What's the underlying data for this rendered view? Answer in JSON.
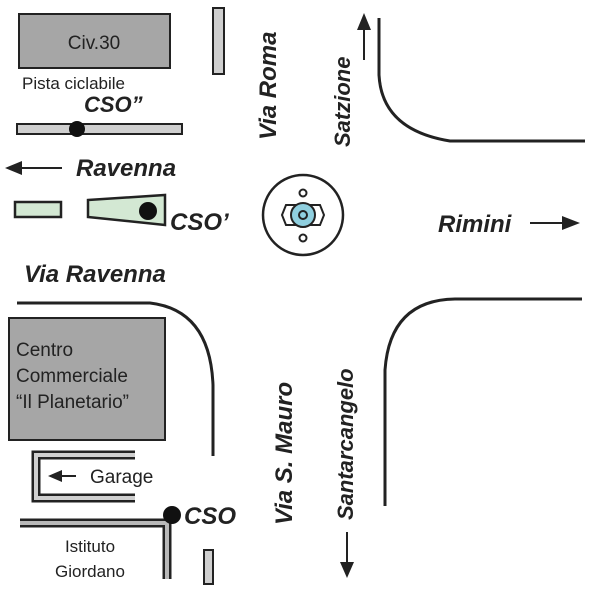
{
  "map": {
    "buildings": {
      "civ30": "Civ.30",
      "centro_line1": "Centro",
      "centro_line2": "Commerciale",
      "centro_line3": "“Il Planetario”",
      "garage": "Garage",
      "istituto_line1": "Istituto",
      "istituto_line2": "Giordano"
    },
    "labels": {
      "pista_ciclabile": "Pista ciclabile",
      "cso_double": "CSO”",
      "cso_single": "CSO’",
      "cso": "CSO",
      "ravenna": "Ravenna",
      "via_ravenna": "Via Ravenna",
      "via_roma": "Via Roma",
      "satzione": "Satzione",
      "rimini": "Rimini",
      "via_s_mauro": "Via S. Mauro",
      "santarcangelo": "Santarcangelo"
    },
    "colors": {
      "building_gray": "#a6a6a6",
      "bar_gray": "#cfcfcf",
      "green_fill": "#d3e8d3",
      "roundabout_blue": "#8fcfdf",
      "ink": "#222222"
    }
  }
}
